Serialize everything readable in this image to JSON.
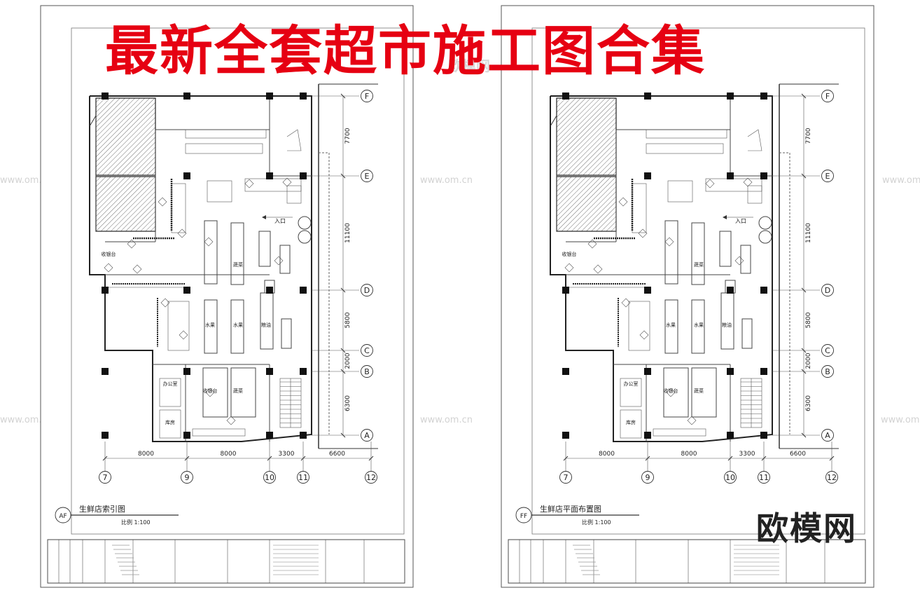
{
  "headline": "最新全套超市施工图合集",
  "brand_logo": "欧模网",
  "watermark": {
    "site": "www.om.cn",
    "name": "欧模网"
  },
  "grid": {
    "rows": [
      "F",
      "E",
      "D",
      "C",
      "B",
      "A"
    ],
    "row_dims": [
      "7700",
      "11100",
      "5800",
      "2000",
      "6300"
    ],
    "cols": [
      "7",
      "9",
      "10",
      "11",
      "12"
    ],
    "col_dims": [
      "8000",
      "8000",
      "3300",
      "6600"
    ]
  },
  "room_labels": {
    "entrance": "入口",
    "veg": "蔬菜",
    "fruit": "水果",
    "grain": "粮油",
    "cash": "收银台",
    "office": "办公室",
    "storage": "库房"
  },
  "sheets": [
    {
      "title": "生鲜店索引图",
      "scale": "比例  1:100",
      "badge": "AF"
    },
    {
      "title": "生鲜店平面布置图",
      "scale": "比例  1:100",
      "badge": "FF"
    }
  ]
}
